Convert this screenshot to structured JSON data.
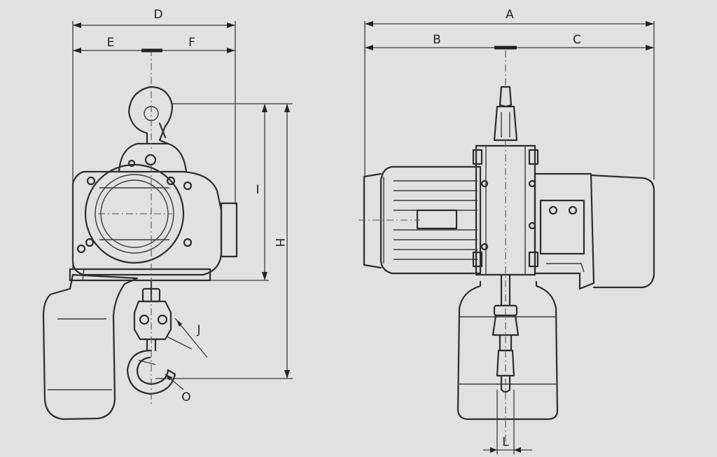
{
  "drawing": {
    "background": "#e1e1e1",
    "line_color": "#2d2d2d",
    "views": [
      "side-view",
      "front-view"
    ]
  },
  "dimension_labels": {
    "A": "A",
    "B": "B",
    "C": "C",
    "D": "D",
    "E": "E",
    "F": "F",
    "H": "H",
    "I": "I",
    "J": "J",
    "L": "L",
    "O": "O"
  }
}
